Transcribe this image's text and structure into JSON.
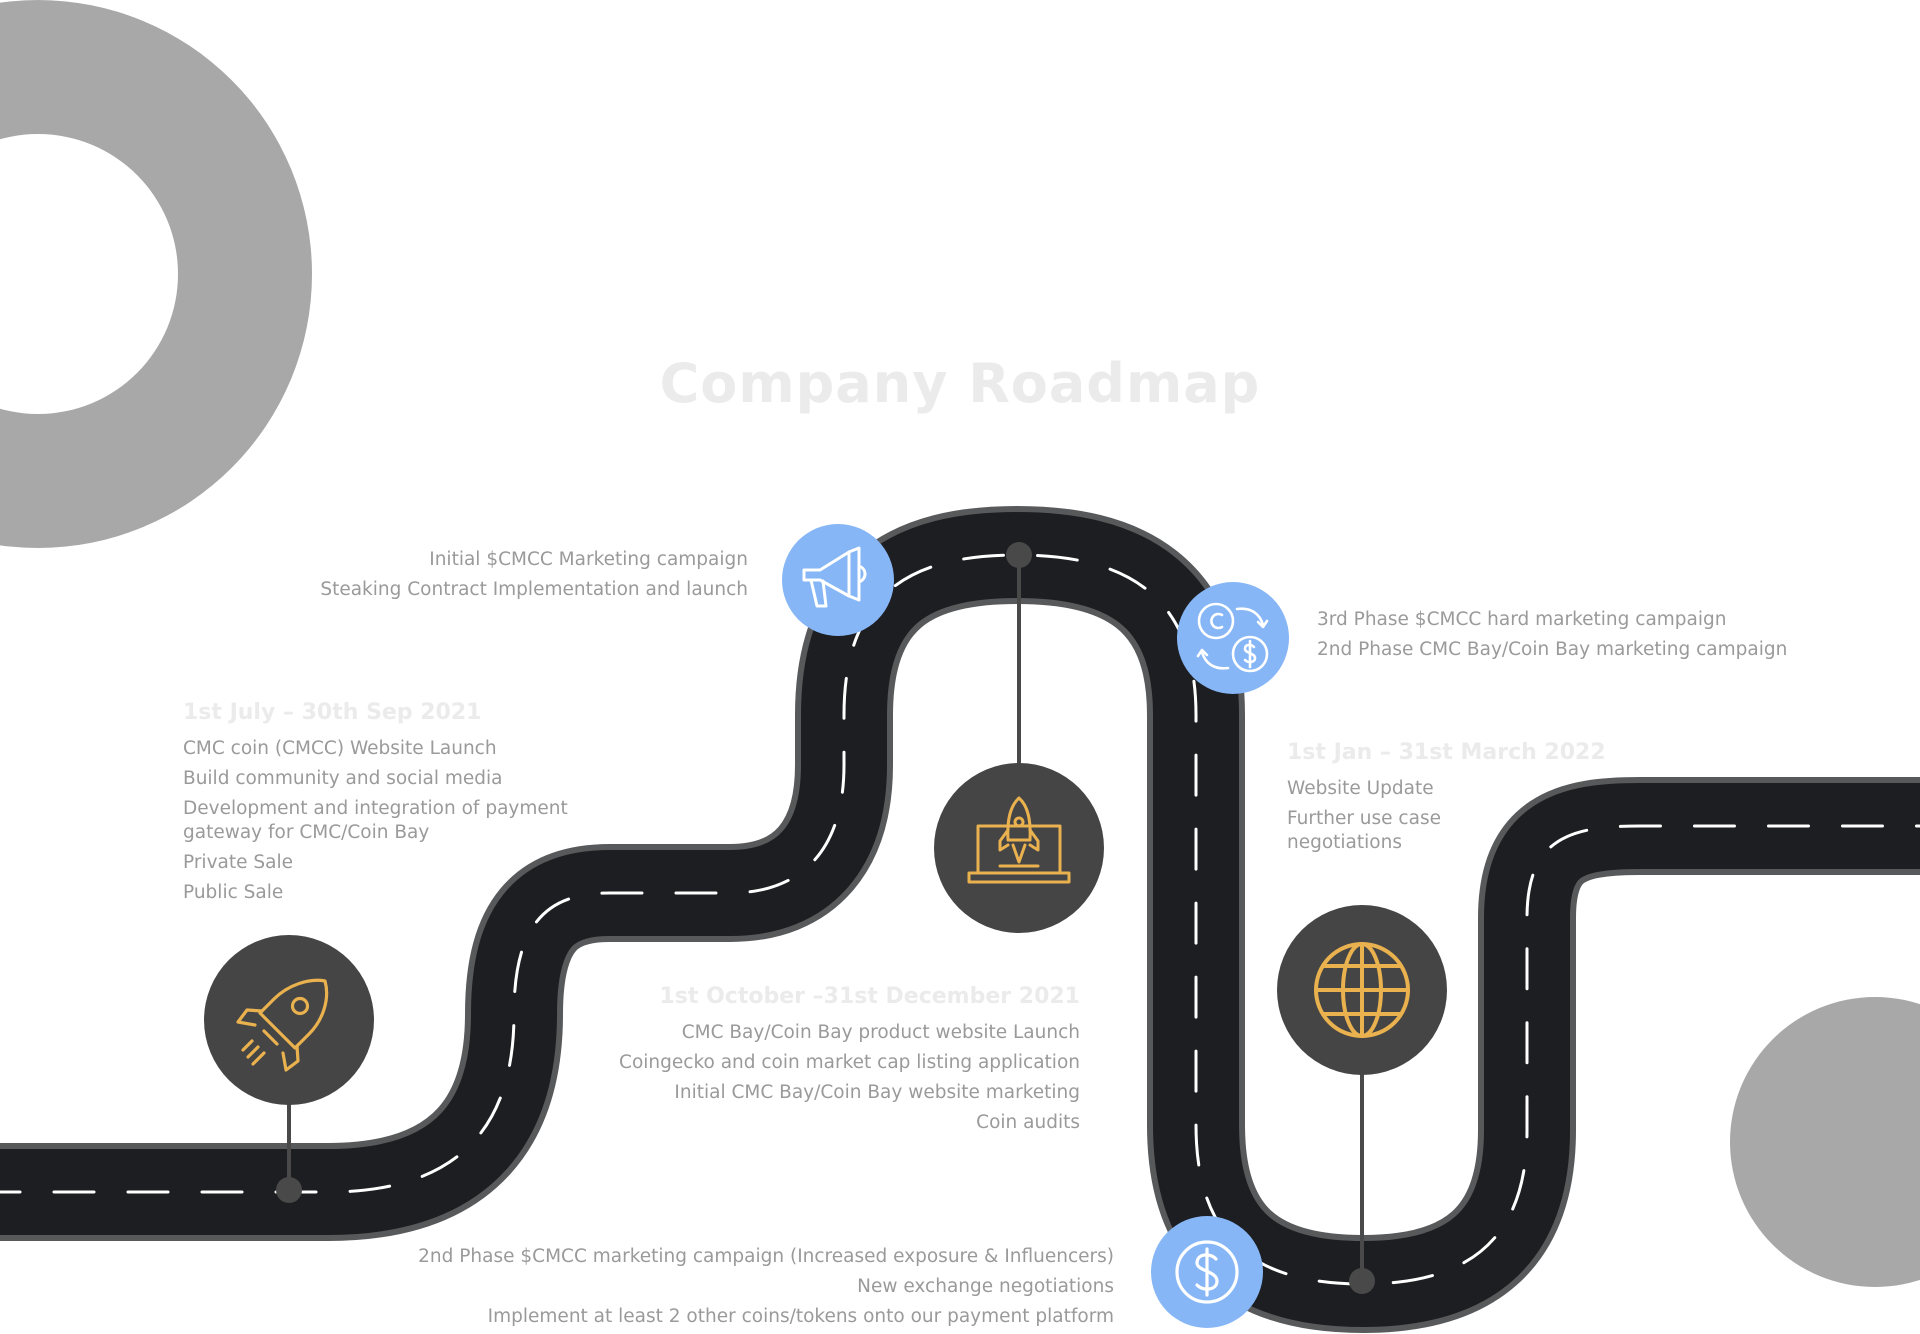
{
  "title": "Company Roadmap",
  "colors": {
    "road": "#1d1e21",
    "road_edge": "#58595b",
    "lane_marks": "#ffffff",
    "connector": "#494949",
    "dark_node": "#454545",
    "blue_node": "#86b6f6",
    "gold_icon": "#eab14f",
    "deco_shapes": "#a8a8a8",
    "heading_text": "#ebebeb",
    "body_text": "#9a9a9a"
  },
  "milestones": [
    {
      "heading": "1st July – 30th Sep 2021",
      "items": [
        "CMC coin (CMCC) Website Launch",
        "Build community and social media",
        "Development and integration of payment gateway for CMC/Coin Bay",
        "Private Sale",
        "Public Sale"
      ],
      "icon": "rocket-icon"
    },
    {
      "heading": "1st October –31st December 2021",
      "items": [
        "CMC Bay/Coin Bay product website Launch",
        "Coingecko and coin market cap listing application",
        "Initial CMC Bay/Coin Bay website marketing",
        "Coin audits"
      ],
      "icon": "laptop-rocket-icon"
    },
    {
      "heading": "1st Jan – 31st March 2022",
      "items": [
        "Website Update",
        "Further use case negotiations"
      ],
      "icon": "globe-icon"
    }
  ],
  "campaigns": [
    {
      "items": [
        "Initial $CMCC Marketing campaign",
        "Steaking Contract Implementation and launch"
      ],
      "icon": "megaphone-icon"
    },
    {
      "items": [
        "3rd Phase $CMCC hard marketing campaign",
        "2nd Phase CMC Bay/Coin Bay marketing campaign"
      ],
      "icon": "currency-exchange-icon"
    },
    {
      "items": [
        "2nd Phase $CMCC marketing campaign (Increased exposure & Influencers)",
        "New exchange negotiations",
        "Implement at least 2 other coins/tokens onto our payment platform"
      ],
      "icon": "dollar-coin-icon"
    }
  ]
}
